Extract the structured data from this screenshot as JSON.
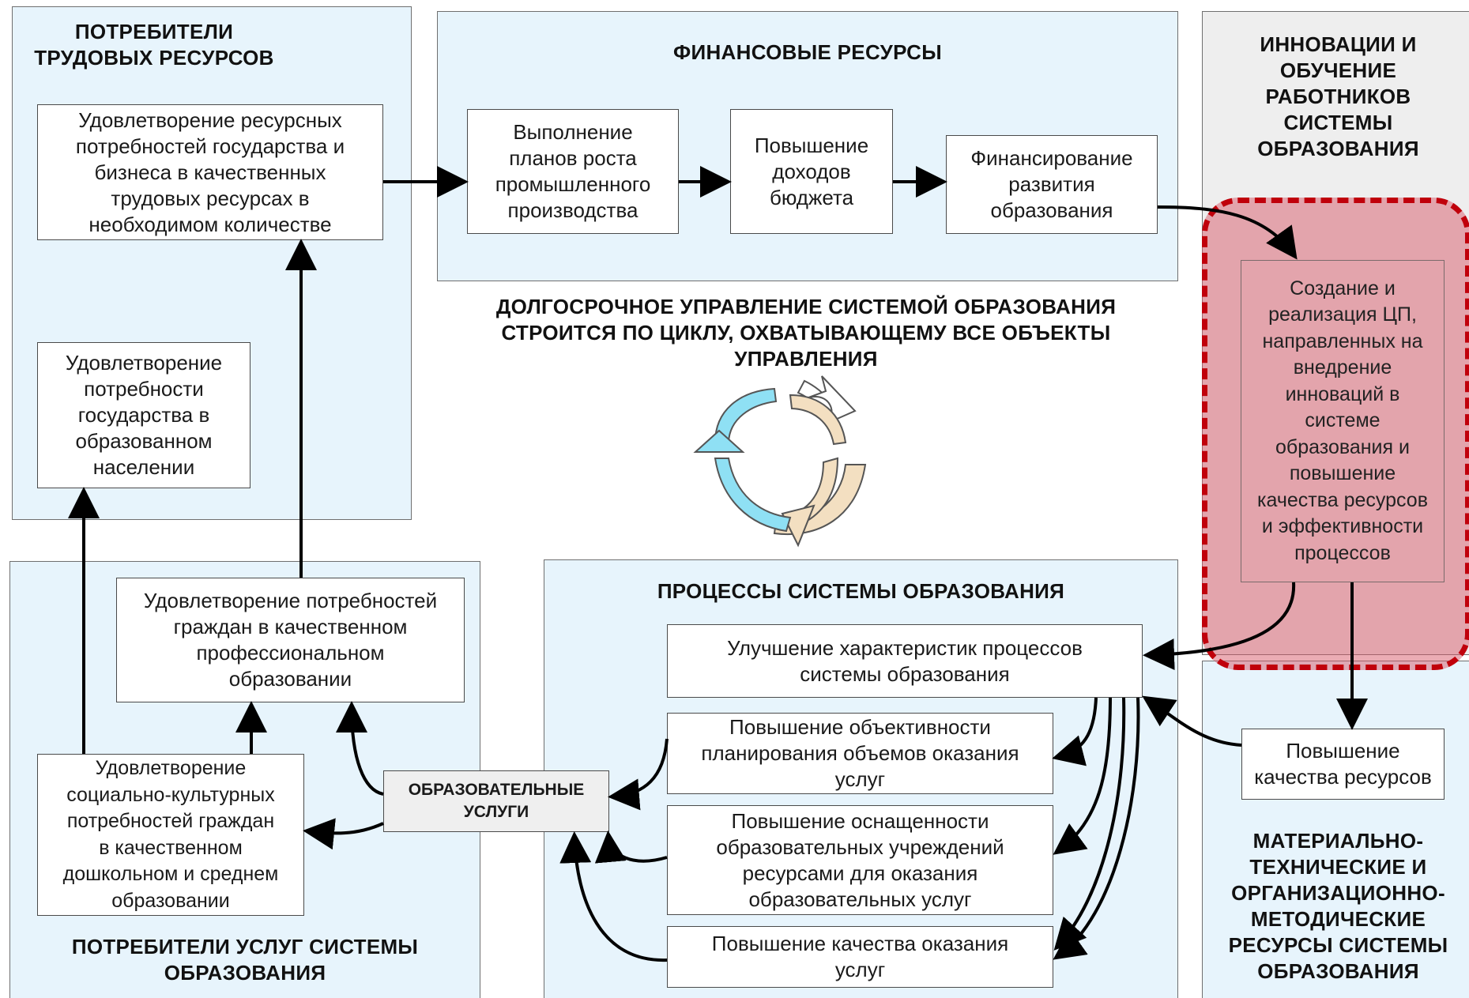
{
  "panels": {
    "labor_consumers_title": "ПОТРЕБИТЕЛИ\nТРУДОВЫХ РЕСУРСОВ",
    "financial_title": "ФИНАНСОВЫЕ РЕСУРСЫ",
    "innovation_title": "ИННОВАЦИИ И\nОБУЧЕНИЕ\nРАБОТНИКОВ\nСИСТЕМЫ\nОБРАЗОВАНИЯ",
    "service_consumers_title": "ПОТРЕБИТЕЛИ УСЛУГ СИСТЕМЫ\nОБРАЗОВАНИЯ",
    "processes_title": "ПРОЦЕССЫ СИСТЕМЫ ОБРАЗОВАНИЯ",
    "material_title": "МАТЕРИАЛЬНО-\nТЕХНИЧЕСКИЕ И\nОРГАНИЗАЦИОННО-\nМЕТОДИЧЕСКИЕ\nРЕСУРСЫ СИСТЕМЫ\nОБРАЗОВАНИЯ"
  },
  "center_caption": "ДОЛГОСРОЧНОЕ УПРАВЛЕНИЕ СИСТЕМОЙ ОБРАЗОВАНИЯ\nСТРОИТСЯ ПО ЦИКЛУ, ОХВАТЫВАЮЩЕМУ ВСЕ ОБЪЕКТЫ\nУПРАВЛЕНИЯ",
  "boxes": {
    "labor_satisfaction": "Удовлетворение ресурсных\nпотребностей государства и\nбизнеса в качественных\nтрудовых ресурсах в\nнеобходимом количестве",
    "state_education": "Удовлетворение\nпотребности\nгосударства в\nобразованном\nнаселении",
    "industrial_growth": "Выполнение\nпланов роста\nпромышленного\nпроизводства",
    "budget_income": "Повышение\nдоходов\nбюджета",
    "education_funding": "Финансирование\nразвития\nобразования",
    "innovation_programs": "Создание и\nреализация ЦП,\nнаправленных на\nвнедрение\nинноваций в\nсистеме\nобразования и\nповышение\nкачества ресурсов\nи эффективности\nпроцессов",
    "professional_education": "Удовлетворение потребностей\nграждан в качественном\nпрофессиональном\nобразовании",
    "sociocultural_needs": "Удовлетворение\nсоциально-культурных\nпотребностей граждан\nв качественном\nдошкольном и среднем\nобразовании",
    "educational_services": "ОБРАЗОВАТЕЛЬНЫЕ\nУСЛУГИ",
    "process_improvement": "Улучшение характеристик процессов\nсистемы образования",
    "planning_objectivity": "Повышение объективности\nпланирования объемов оказания\nуслуг",
    "equipment_level": "Повышение оснащенности\nобразовательных учреждений\nресурсами для оказания\nобразовательных услуг",
    "service_quality": "Повышение качества оказания\nуслуг",
    "resource_quality": "Повышение\nкачества ресурсов"
  },
  "colors": {
    "panel_fill": "#e7f4fc",
    "innovation_panel_fill": "#eeeeee",
    "highlight_border": "#c0000b",
    "highlight_fill": "#d85a69",
    "cycle_blue": "#8fe0f4",
    "cycle_beige": "#f3dfc1",
    "cycle_white": "#ffffff"
  }
}
